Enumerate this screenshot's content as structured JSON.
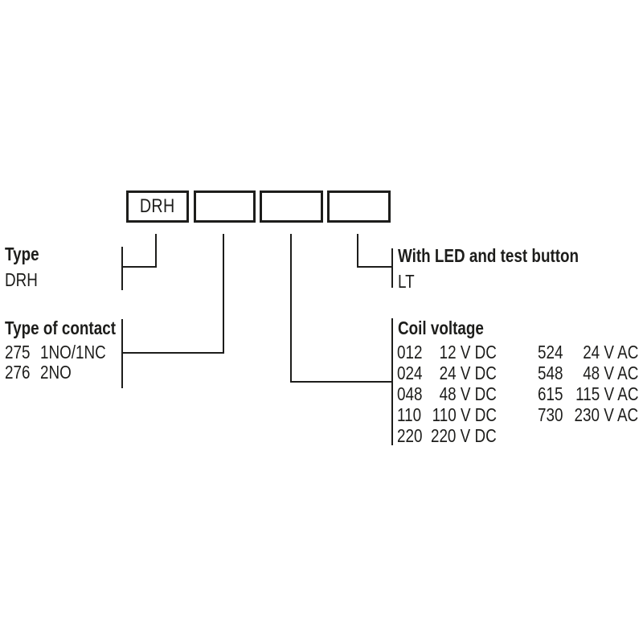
{
  "boxes": [
    {
      "label": "DRH"
    },
    {
      "label": ""
    },
    {
      "label": ""
    },
    {
      "label": ""
    }
  ],
  "sections": {
    "type": {
      "title": "Type",
      "value": "DRH"
    },
    "led_option": {
      "title": "With LED and test button",
      "value": "LT"
    },
    "contact": {
      "title": "Type of contact",
      "rows": [
        {
          "code": "275",
          "value": "1NO/1NC"
        },
        {
          "code": "276",
          "value": "2NO"
        }
      ]
    },
    "coil_voltage": {
      "title": "Coil voltage",
      "dc_rows": [
        {
          "code": "012",
          "value": "12 V DC"
        },
        {
          "code": "024",
          "value": "24 V DC"
        },
        {
          "code": "048",
          "value": "48 V DC"
        },
        {
          "code": "110",
          "value": "110 V DC"
        },
        {
          "code": "220",
          "value": "220 V DC"
        }
      ],
      "ac_rows": [
        {
          "code": "524",
          "value": "24 V AC"
        },
        {
          "code": "548",
          "value": "48 V AC"
        },
        {
          "code": "615",
          "value": "115 V AC"
        },
        {
          "code": "730",
          "value": "230 V AC"
        }
      ]
    }
  },
  "colors": {
    "ink": "#1d1d1b",
    "background": "#ffffff"
  }
}
